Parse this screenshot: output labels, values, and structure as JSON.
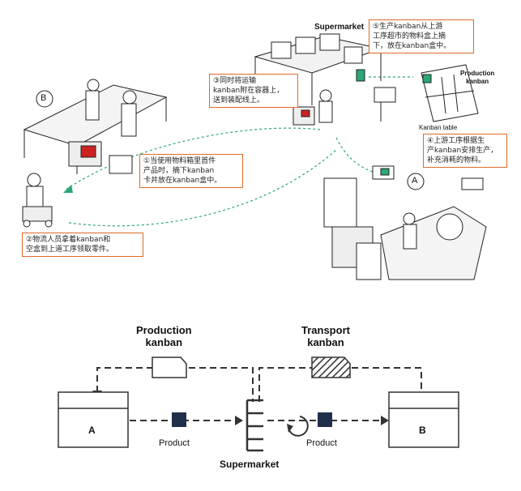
{
  "top": {
    "supermarket_label": "Supermarket",
    "production_kanban_label": "Production\nkanban",
    "kanban_table_label": "Kanban table",
    "marker_a": "A",
    "marker_b": "B",
    "notes": {
      "n1": "①当使用物料箱里首件\n产品时，摘下kanban\n卡并放在kanban盒中。",
      "n2": "②物流人员拿着kanban和\n空盒到上道工序领取零件。",
      "n3": "③同时将运输\nkanban附在容器上，\n送到装配线上。",
      "n4": "④上游工序根据生\n产kanban安排生产，\n补充消耗的物料。",
      "n5": "⑤生产kanban从上游\n工序超市的物料盒上摘\n下，放在kanban盒中。"
    }
  },
  "bottom": {
    "production_kanban": "Production\nkanban",
    "transport_kanban": "Transport\nkanban",
    "process_a": "A",
    "process_b": "B",
    "product_left": "Product",
    "product_right": "Product",
    "supermarket": "Supermarket"
  },
  "colors": {
    "note_border": "#e06a2a",
    "dashed_green": "#2aa876",
    "product_square": "#1f2f4a",
    "line": "#333333"
  }
}
